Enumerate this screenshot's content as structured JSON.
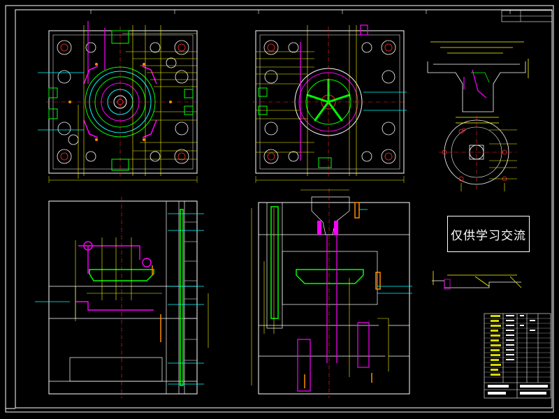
{
  "watermark": "仅供学习交流",
  "colors": {
    "background": "#000000",
    "frame": "#ffffff",
    "red": "#ff2a2a",
    "yellow": "#ffff00",
    "green": "#00ff00",
    "cyan": "#00ffff",
    "magenta": "#ff00ff",
    "purple": "#b040ff",
    "orange": "#ff8c00",
    "white": "#ffffff"
  },
  "drawing": {
    "views": [
      "top-plan-view-left",
      "top-plan-view-right",
      "part-detail-top",
      "part-detail-middle",
      "front-section-left",
      "front-section-right",
      "part-detail-bottom",
      "title-block"
    ]
  }
}
